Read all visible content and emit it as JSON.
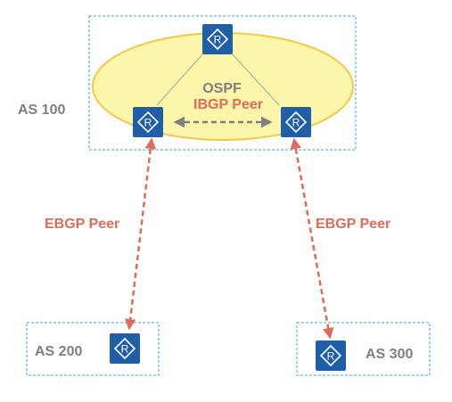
{
  "diagram": {
    "as_labels": {
      "as100": "AS 100",
      "as200": "AS 200",
      "as300": "AS 300"
    },
    "protocol_label": "OSPF",
    "ibgp_label": "IBGP Peer",
    "ebgp_left_label": "EBGP Peer",
    "ebgp_right_label": "EBGP Peer",
    "router_glyph": "R",
    "colors": {
      "router_fill": "#1f5fa8",
      "ospf_area_fill": "#fbf6a9",
      "ospf_area_stroke": "#f2c94c",
      "as_border": "#39a9d6",
      "ebgp_link": "#e06b5a",
      "ibgp_link": "#7f7f7f",
      "label_gray": "#7f7f7f",
      "label_red": "#e06b5a"
    }
  }
}
